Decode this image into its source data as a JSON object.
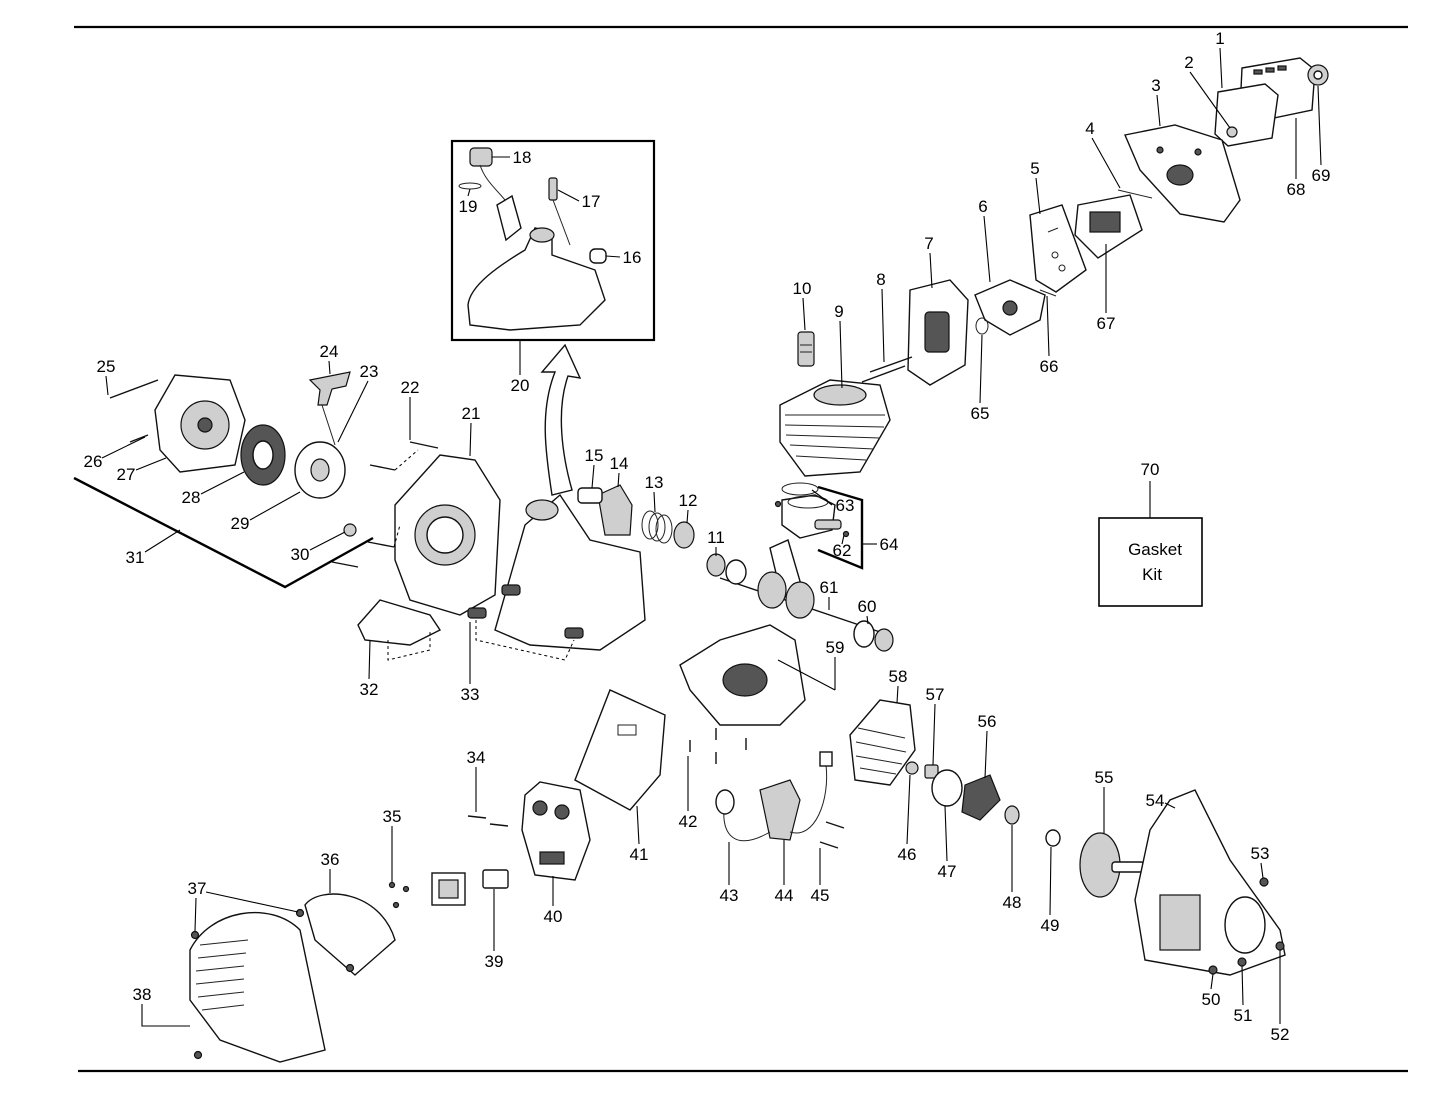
{
  "callouts": [
    "1",
    "2",
    "3",
    "4",
    "5",
    "6",
    "7",
    "8",
    "9",
    "10",
    "11",
    "12",
    "13",
    "14",
    "15",
    "16",
    "17",
    "18",
    "19",
    "20",
    "21",
    "22",
    "23",
    "24",
    "25",
    "26",
    "27",
    "28",
    "29",
    "30",
    "31",
    "32",
    "33",
    "34",
    "35",
    "36",
    "37",
    "38",
    "39",
    "40",
    "41",
    "42",
    "43",
    "44",
    "45",
    "46",
    "47",
    "48",
    "49",
    "50",
    "51",
    "52",
    "53",
    "54",
    "55",
    "56",
    "57",
    "58",
    "59",
    "60",
    "61",
    "62",
    "63",
    "64",
    "65",
    "66",
    "67",
    "68",
    "69",
    "70"
  ],
  "gasket_kit": {
    "line1": "Gasket",
    "line2": "Kit"
  }
}
